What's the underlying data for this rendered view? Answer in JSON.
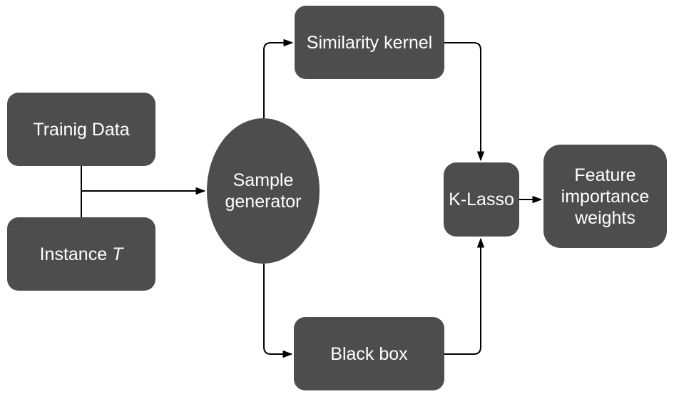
{
  "diagram": {
    "colors": {
      "node_fill": "#4d4d4d",
      "node_text": "#ffffff",
      "connector": "#000000",
      "background": "#ffffff"
    },
    "nodes": {
      "training_data": {
        "label": "Trainig Data",
        "shape": "rounded-rect"
      },
      "instance": {
        "label_prefix": "Instance",
        "symbol": "T",
        "shape": "rounded-rect"
      },
      "sample_generator": {
        "label": "Sample generator",
        "shape": "ellipse"
      },
      "similarity_kernel": {
        "label": "Similarity kernel",
        "shape": "rounded-rect"
      },
      "black_box": {
        "label": "Black box",
        "shape": "rounded-rect"
      },
      "k_lasso": {
        "label": "K-Lasso",
        "shape": "rounded-rect"
      },
      "feature_importance": {
        "label": "Feature importance weights",
        "shape": "rounded-rect"
      }
    },
    "edges": [
      {
        "from": "training_data",
        "to": "instance",
        "arrow": false
      },
      {
        "from": "training_data_and_instance",
        "to": "sample_generator",
        "arrow": true
      },
      {
        "from": "sample_generator",
        "to": "similarity_kernel",
        "arrow": true
      },
      {
        "from": "sample_generator",
        "to": "black_box",
        "arrow": true
      },
      {
        "from": "similarity_kernel",
        "to": "k_lasso",
        "arrow": true
      },
      {
        "from": "black_box",
        "to": "k_lasso",
        "arrow": true
      },
      {
        "from": "k_lasso",
        "to": "feature_importance",
        "arrow": true
      }
    ]
  }
}
